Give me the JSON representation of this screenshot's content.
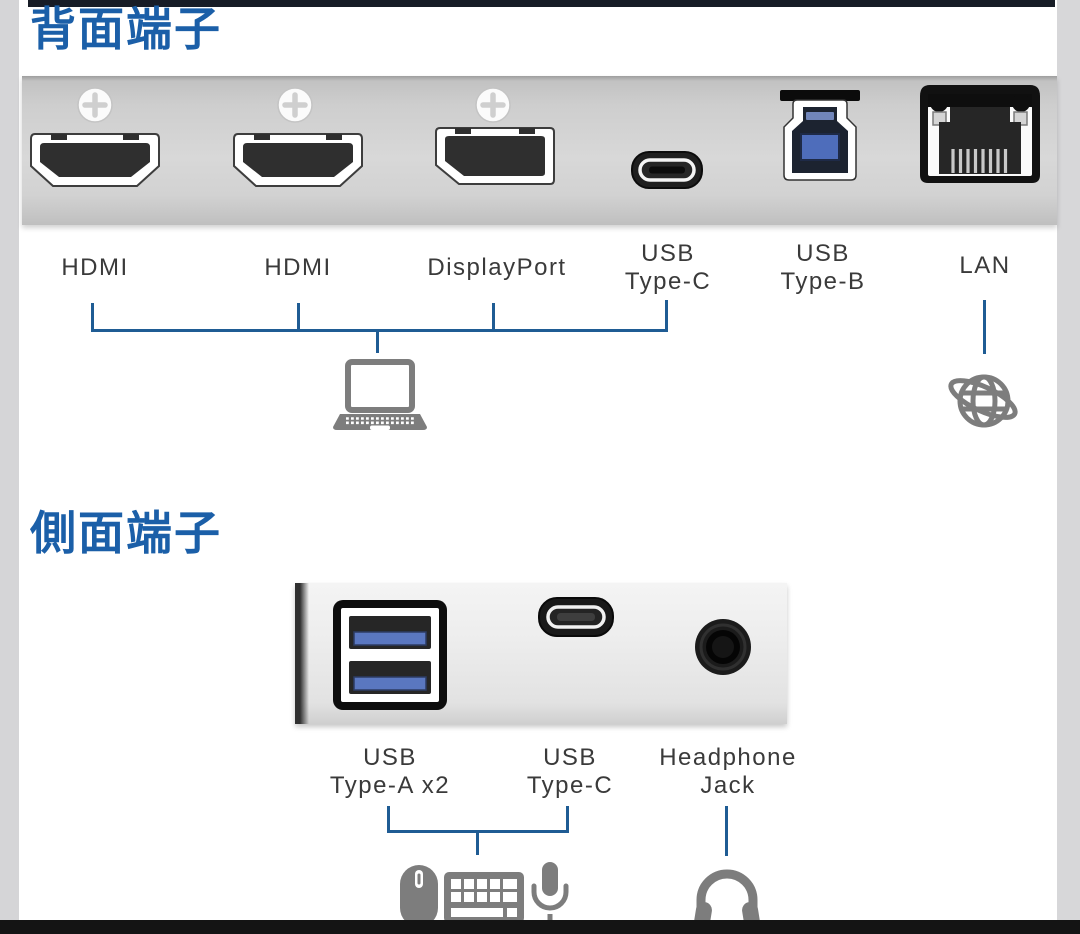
{
  "sections": [
    {
      "title": "背面端子",
      "labels": [
        {
          "l1": "HDMI",
          "l2": ""
        },
        {
          "l1": "HDMI",
          "l2": ""
        },
        {
          "l1": "DisplayPort",
          "l2": ""
        },
        {
          "l1": "USB",
          "l2": "Type-C"
        },
        {
          "l1": "USB",
          "l2": "Type-B"
        },
        {
          "l1": "LAN",
          "l2": ""
        }
      ],
      "port_icons": [
        "hdmi-port",
        "hdmi-port",
        "displayport-port",
        "usb-c-port",
        "usb-b-port",
        "lan-port"
      ],
      "connected_icons": [
        "laptop-icon",
        "globe-icon"
      ]
    },
    {
      "title": "側面端子",
      "labels": [
        {
          "l1": "USB",
          "l2": "Type-A x2"
        },
        {
          "l1": "USB",
          "l2": "Type-C"
        },
        {
          "l1": "Headphone",
          "l2": "Jack"
        }
      ],
      "port_icons": [
        "usb-a-dual-port",
        "usb-c-port",
        "headphone-jack-port"
      ],
      "connected_icons": [
        "mouse-icon",
        "keyboard-icon",
        "microphone-icon",
        "headphones-icon"
      ]
    }
  ],
  "colors": {
    "title_blue": "#1b5fa8",
    "connector_blue": "#1f5c94",
    "label_gray": "#3a3a3a",
    "icon_gray": "#7d7d7d"
  }
}
